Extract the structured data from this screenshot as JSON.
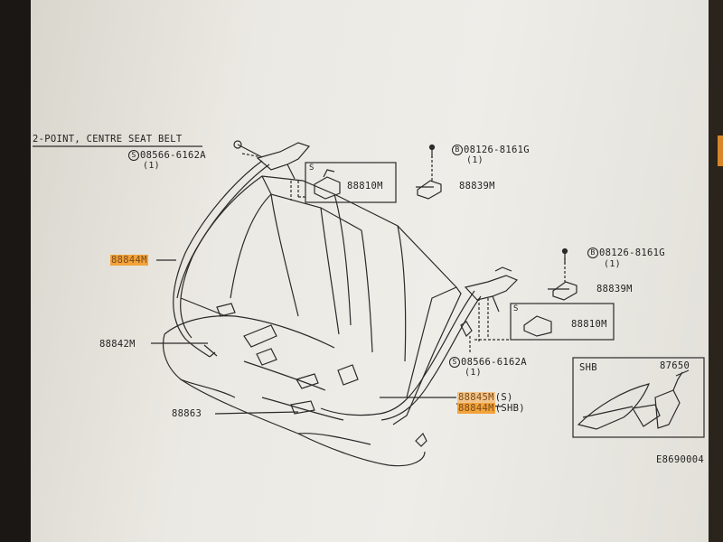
{
  "title": "2-POINT, CENTRE SEAT BELT",
  "figure_code": "E8690004",
  "parts": {
    "p1": {
      "symbol": "S",
      "number": "08566-6162A",
      "qty": "(1)"
    },
    "p2": {
      "symbol": "B",
      "number": "08126-8161G",
      "qty": "(1)"
    },
    "p3": {
      "number": "88839M"
    },
    "p4": {
      "number": "88810M",
      "box_symbol": "S"
    },
    "p5": {
      "number": "88844M"
    },
    "p6": {
      "symbol": "B",
      "number": "08126-8161G",
      "qty": "(1)"
    },
    "p7": {
      "number": "88839M"
    },
    "p8": {
      "number": "88810M",
      "box_symbol": "S"
    },
    "p9": {
      "number": "88842M"
    },
    "p10": {
      "symbol": "S",
      "number": "08566-6162A",
      "qty": "(1)"
    },
    "p11": {
      "number": "88845M",
      "variant": "(S)"
    },
    "p12": {
      "number": "88844M",
      "variant": "(SHB)"
    },
    "p13": {
      "number": "88863"
    },
    "inset": {
      "label": "SHB",
      "number": "87650"
    }
  },
  "colors": {
    "highlight": "#f2a33a",
    "line": "#2a2a2a",
    "paper": "#ebe9e3"
  }
}
